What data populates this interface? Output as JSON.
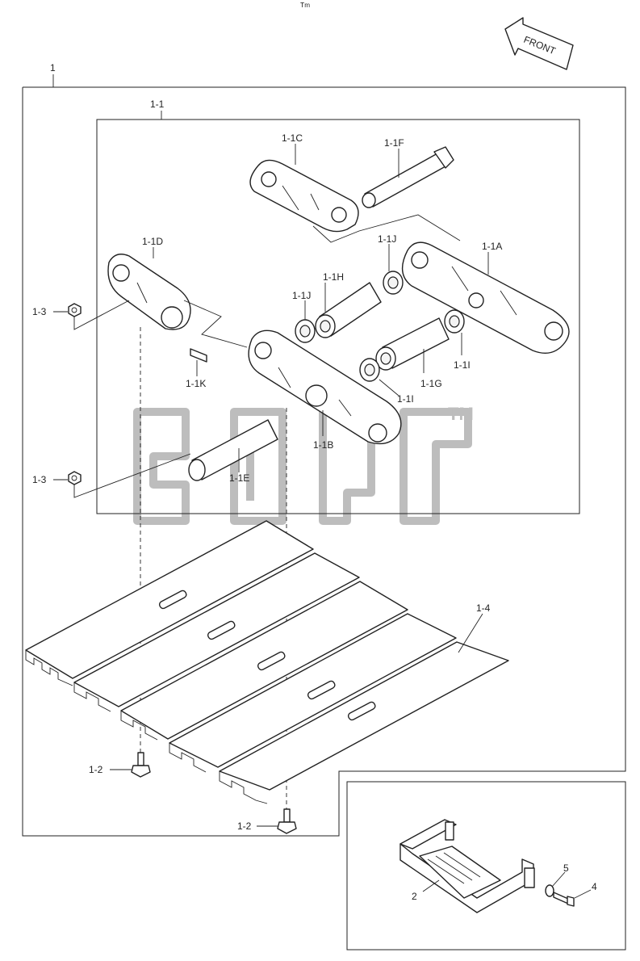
{
  "header": {
    "mark": "ᵀᵐ"
  },
  "front_arrow": {
    "label": "FRONT"
  },
  "watermark": {
    "logo_text": "ƨпєb",
    "tm": "TM"
  },
  "labels": {
    "assembly_1": "1",
    "assembly_1_1": "1-1",
    "part_1_1A": "1-1A",
    "part_1_1B": "1-1B",
    "part_1_1C": "1-1C",
    "part_1_1D": "1-1D",
    "part_1_1E": "1-1E",
    "part_1_1F": "1-1F",
    "part_1_1G": "1-1G",
    "part_1_1H": "1-1H",
    "part_1_1I_a": "1-1I",
    "part_1_1I_b": "1-1I",
    "part_1_1J_a": "1-1J",
    "part_1_1J_b": "1-1J",
    "part_1_1K": "1-1K",
    "part_1_2_a": "1-2",
    "part_1_2_b": "1-2",
    "part_1_3_a": "1-3",
    "part_1_3_b": "1-3",
    "part_1_4": "1-4",
    "part_2": "2",
    "part_4": "4",
    "part_5": "5"
  }
}
